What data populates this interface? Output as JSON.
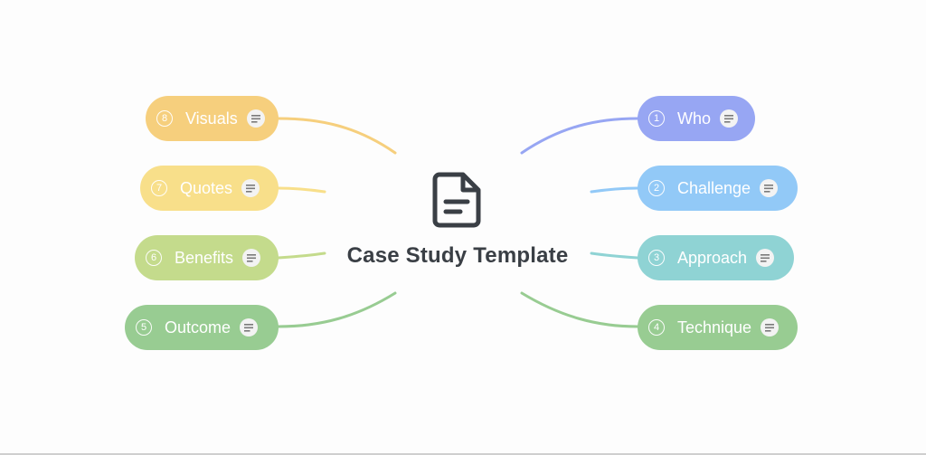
{
  "title": "Case Study Template",
  "center_icon": "document-icon",
  "colors": {
    "background": "#fdfdfd",
    "title_text": "#3a3f45",
    "node_text": "#ffffff"
  },
  "branches": [
    {
      "id": "who",
      "number": "1",
      "label": "Who",
      "side": "right",
      "color": "#97a6f3"
    },
    {
      "id": "challenge",
      "number": "2",
      "label": "Challenge",
      "side": "right",
      "color": "#92c9f7"
    },
    {
      "id": "approach",
      "number": "3",
      "label": "Approach",
      "side": "right",
      "color": "#8fd3d4"
    },
    {
      "id": "technique",
      "number": "4",
      "label": "Technique",
      "side": "right",
      "color": "#98cc92"
    },
    {
      "id": "outcome",
      "number": "5",
      "label": "Outcome",
      "side": "left",
      "color": "#98cc92"
    },
    {
      "id": "benefits",
      "number": "6",
      "label": "Benefits",
      "side": "left",
      "color": "#c4db8c"
    },
    {
      "id": "quotes",
      "number": "7",
      "label": "Quotes",
      "side": "left",
      "color": "#f8df8a"
    },
    {
      "id": "visuals",
      "number": "8",
      "label": "Visuals",
      "side": "left",
      "color": "#f6cf7d"
    }
  ],
  "note_icon": "note-icon"
}
